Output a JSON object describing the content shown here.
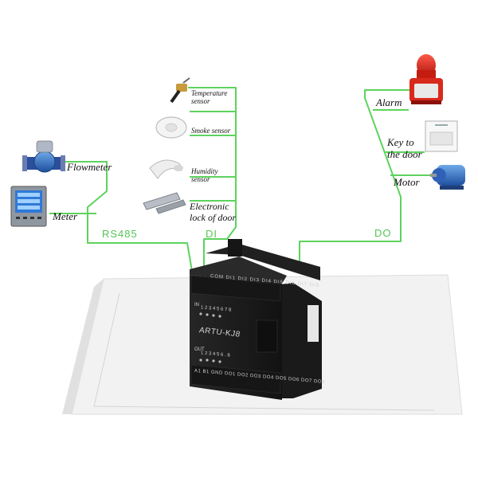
{
  "colors": {
    "line": "#5dd35d",
    "bus_text": "#54c554",
    "device_body": "#1c1c1c",
    "platform": "#f2f2f2"
  },
  "buses": {
    "rs485": "RS485",
    "di": "DI",
    "do": "DO"
  },
  "rs485_devices": [
    {
      "label": "Flowmeter",
      "icon": "flowmeter-icon"
    },
    {
      "label": "Meter",
      "icon": "panel-meter-icon"
    }
  ],
  "di_devices": [
    {
      "line1": "Temperature",
      "line2": "sensor",
      "icon": "temperature-sensor-icon"
    },
    {
      "line1": "Smoke sensor",
      "line2": "",
      "icon": "smoke-detector-icon"
    },
    {
      "line1": "Humidity",
      "line2": "sensor",
      "icon": "humidity-sensor-icon"
    },
    {
      "line1": "Electronic",
      "line2": "lock of door",
      "icon": "door-lock-icon"
    }
  ],
  "do_devices": [
    {
      "line1": "Alarm",
      "line2": "",
      "icon": "alarm-light-icon"
    },
    {
      "line1": "Key to",
      "line2": "the door",
      "icon": "door-key-switch-icon"
    },
    {
      "line1": "Motor",
      "line2": "",
      "icon": "motor-icon"
    }
  ],
  "module": {
    "model": "ARTU-KJ8",
    "out_label": "OUT",
    "out_numbers": "1 2 3 4 5 6 . 8",
    "in_label": "IN",
    "in_numbers": "1 2 3 4 5 6 7 8",
    "top_terminals": "COM DI1 DI2 DI3 DI4 DI5 DI6 DI7 DI8",
    "bottom_terminals": "A1 B1 GND  DO1 DO2 DO3 DO4 DO5 DO6 DO7 DO8"
  }
}
